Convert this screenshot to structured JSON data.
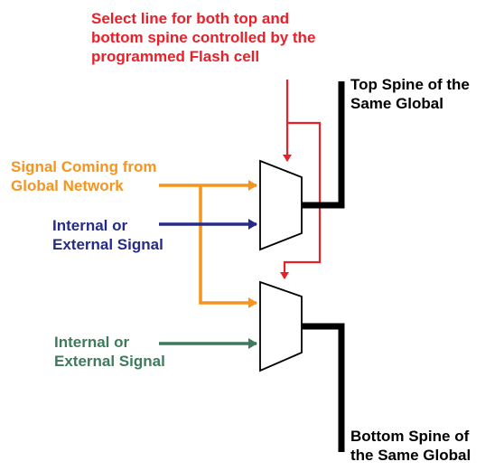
{
  "select_caption": [
    "Select line for both top and",
    "bottom spine controlled by the",
    "programmed Flash cell"
  ],
  "signal_global": [
    "Signal Coming from",
    "Global Network"
  ],
  "internal_signal_top": [
    "Internal or",
    "External Signal"
  ],
  "internal_signal_bottom": [
    "Internal or",
    "External Signal"
  ],
  "top_spine_label": [
    "Top Spine of the",
    "Same Global"
  ],
  "bottom_spine_label": [
    "Bottom Spine of",
    "the Same Global"
  ],
  "colors": {
    "select_line": "#e8202a",
    "global_signal": "#f7941d",
    "internal_top": "#262b8a",
    "internal_bottom": "#3f7a5c",
    "spine": "#000000"
  }
}
